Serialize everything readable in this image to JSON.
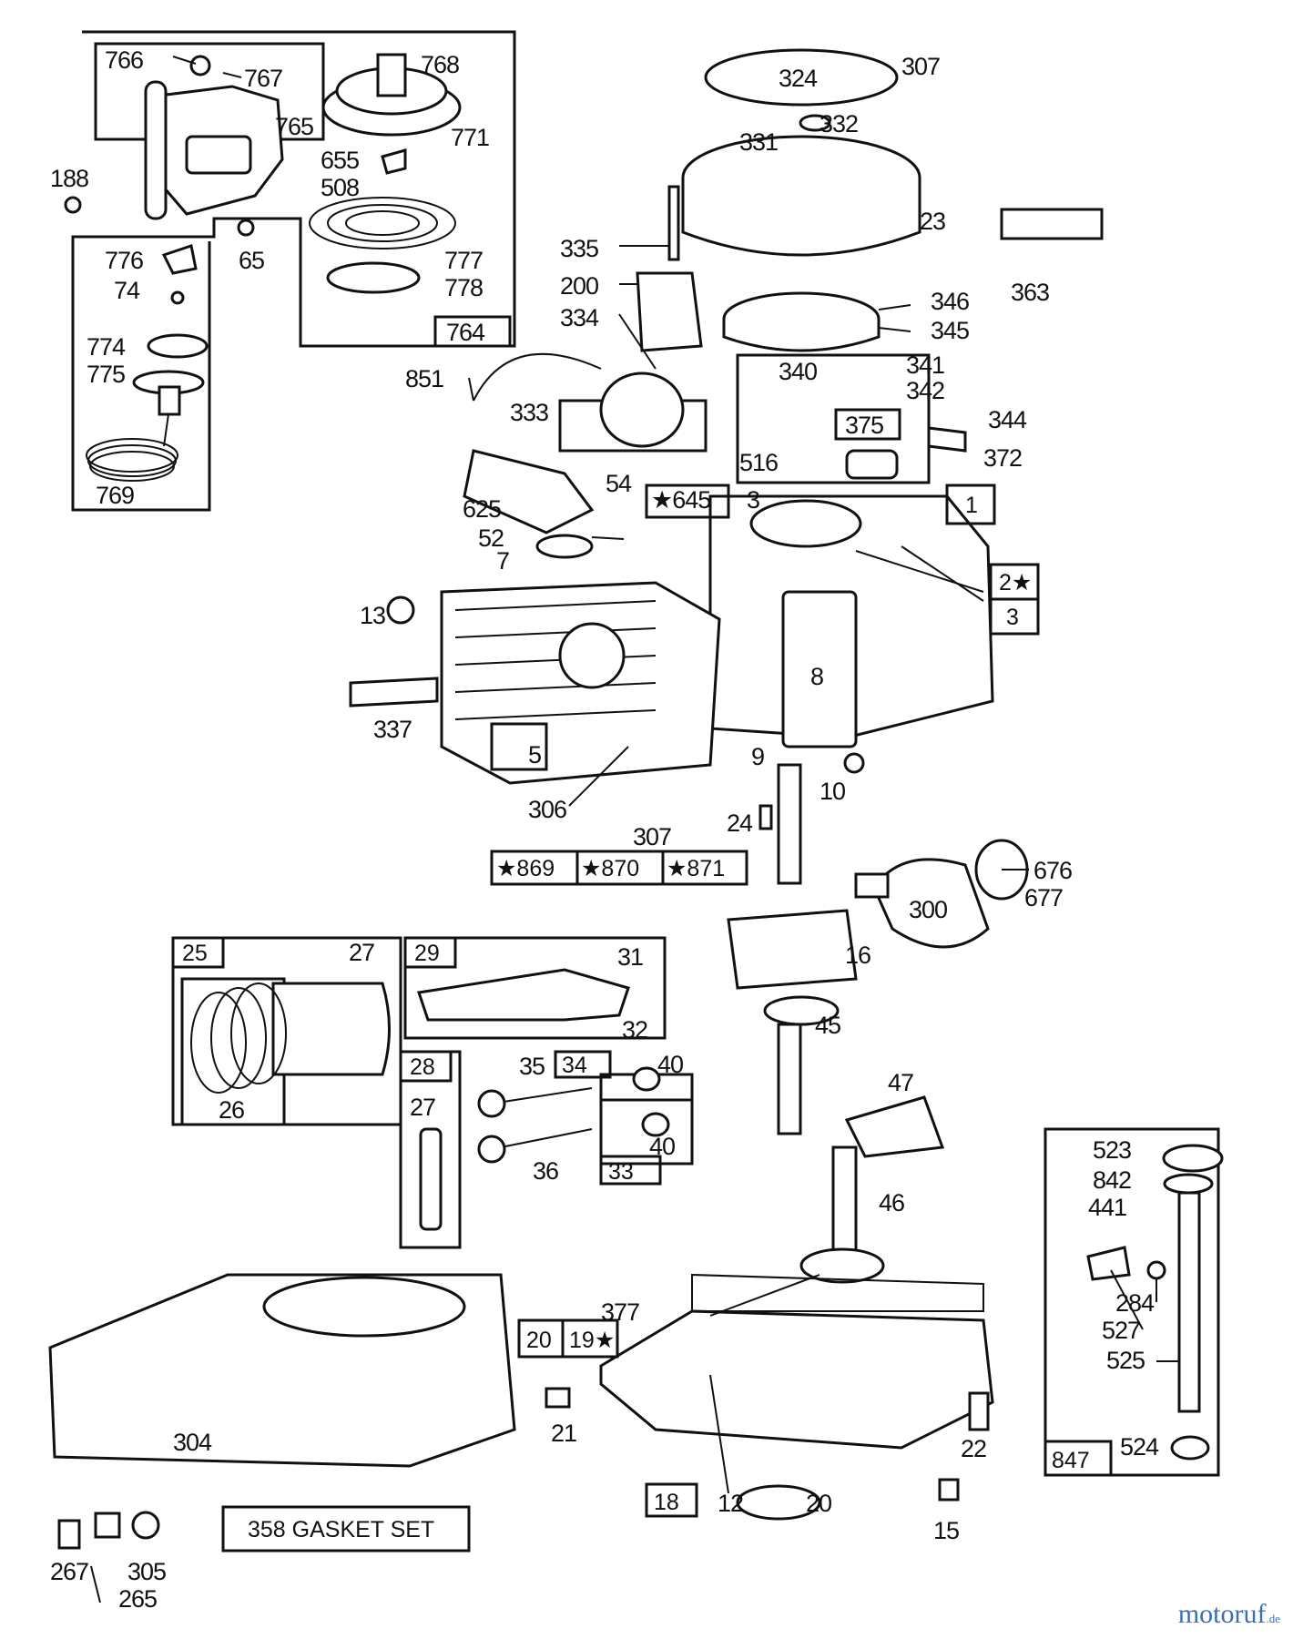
{
  "diagram": {
    "labels": {
      "l766": "766",
      "l767": "767",
      "l768": "768",
      "l765": "765",
      "l771": "771",
      "l655": "655",
      "l508": "508",
      "l188": "188",
      "l65": "65",
      "l776": "776",
      "l74": "74",
      "l777": "777",
      "l778": "778",
      "l764": "764",
      "l774": "774",
      "l775": "775",
      "l769": "769",
      "l324": "324",
      "l307a": "307",
      "l332": "332",
      "l331": "331",
      "l23": "23",
      "l363": "363",
      "l335": "335",
      "l200": "200",
      "l334": "334",
      "l346": "346",
      "l345": "345",
      "l851": "851",
      "l333": "333",
      "l340": "340",
      "l341": "341",
      "l342": "342",
      "l375": "375",
      "l344": "344",
      "l516": "516",
      "l372": "372",
      "l54": "54",
      "l625": "625",
      "l52": "52",
      "l645": "645",
      "l3a": "3",
      "l1": "1",
      "l7": "7",
      "l2": "2",
      "l3b": "3",
      "l13": "13",
      "l8": "8",
      "l337": "337",
      "l5": "5",
      "l9": "9",
      "l10": "10",
      "l306": "306",
      "l307b": "307",
      "l24": "24",
      "l869": "869",
      "l870": "870",
      "l871": "871",
      "l676": "676",
      "l677": "677",
      "l300": "300",
      "l25": "25",
      "l27a": "27",
      "l26": "26",
      "l29": "29",
      "l31": "31",
      "l32": "32",
      "l16": "16",
      "l45": "45",
      "l28": "28",
      "l27b": "27",
      "l35": "35",
      "l34": "34",
      "l40a": "40",
      "l36": "36",
      "l33": "33",
      "l40b": "40",
      "l47": "47",
      "l46": "46",
      "l523": "523",
      "l842": "842",
      "l441": "441",
      "l284": "284",
      "l527": "527",
      "l525": "525",
      "l847": "847",
      "l524": "524",
      "l377": "377",
      "l20a": "20",
      "l19": "19",
      "l21": "21",
      "l22": "22",
      "l304": "304",
      "l267": "267",
      "l305": "305",
      "l265": "265",
      "l18": "18",
      "l12": "12",
      "l20b": "20",
      "l15": "15"
    },
    "gasket_set_label": "358 GASKET SET",
    "star_symbol": "★"
  },
  "watermark": {
    "brand": "motoruf",
    "suffix": ".de"
  }
}
